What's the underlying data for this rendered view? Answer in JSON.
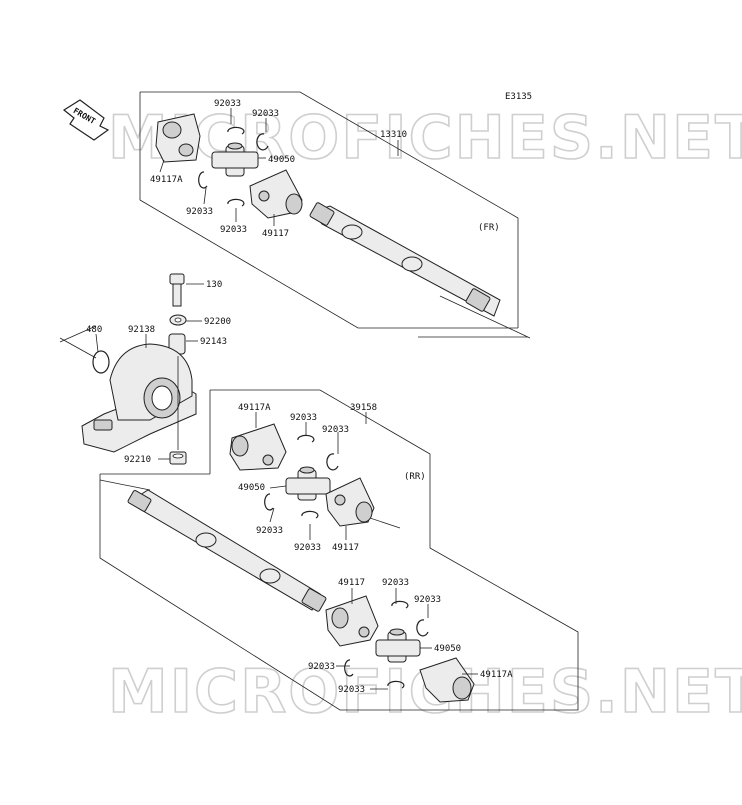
{
  "diagram": {
    "code": "E3135",
    "front_arrow": "FRONT",
    "watermark": "MICROFICHES.NET",
    "assemblies": {
      "front": {
        "label": "(FR)",
        "number": "13310"
      },
      "rear": {
        "label": "(RR)",
        "number": "39158"
      }
    },
    "parts": [
      {
        "id": "p1",
        "text": "92033"
      },
      {
        "id": "p2",
        "text": "92033"
      },
      {
        "id": "p3",
        "text": "13310"
      },
      {
        "id": "p4",
        "text": "49050"
      },
      {
        "id": "p5",
        "text": "49117A"
      },
      {
        "id": "p6",
        "text": "92033"
      },
      {
        "id": "p7",
        "text": "92033"
      },
      {
        "id": "p8",
        "text": "49117"
      },
      {
        "id": "p9",
        "text": "130"
      },
      {
        "id": "p10",
        "text": "92200"
      },
      {
        "id": "p11",
        "text": "480"
      },
      {
        "id": "p12",
        "text": "92138"
      },
      {
        "id": "p13",
        "text": "92143"
      },
      {
        "id": "p14",
        "text": "92210"
      },
      {
        "id": "p15",
        "text": "49117A"
      },
      {
        "id": "p16",
        "text": "92033"
      },
      {
        "id": "p17",
        "text": "39158"
      },
      {
        "id": "p18",
        "text": "92033"
      },
      {
        "id": "p19",
        "text": "49050"
      },
      {
        "id": "p20",
        "text": "92033"
      },
      {
        "id": "p21",
        "text": "92033"
      },
      {
        "id": "p22",
        "text": "49117"
      },
      {
        "id": "p23",
        "text": "49117"
      },
      {
        "id": "p24",
        "text": "92033"
      },
      {
        "id": "p25",
        "text": "92033"
      },
      {
        "id": "p26",
        "text": "49050"
      },
      {
        "id": "p27",
        "text": "92033"
      },
      {
        "id": "p28",
        "text": "49117A"
      },
      {
        "id": "p29",
        "text": "92033"
      }
    ]
  }
}
